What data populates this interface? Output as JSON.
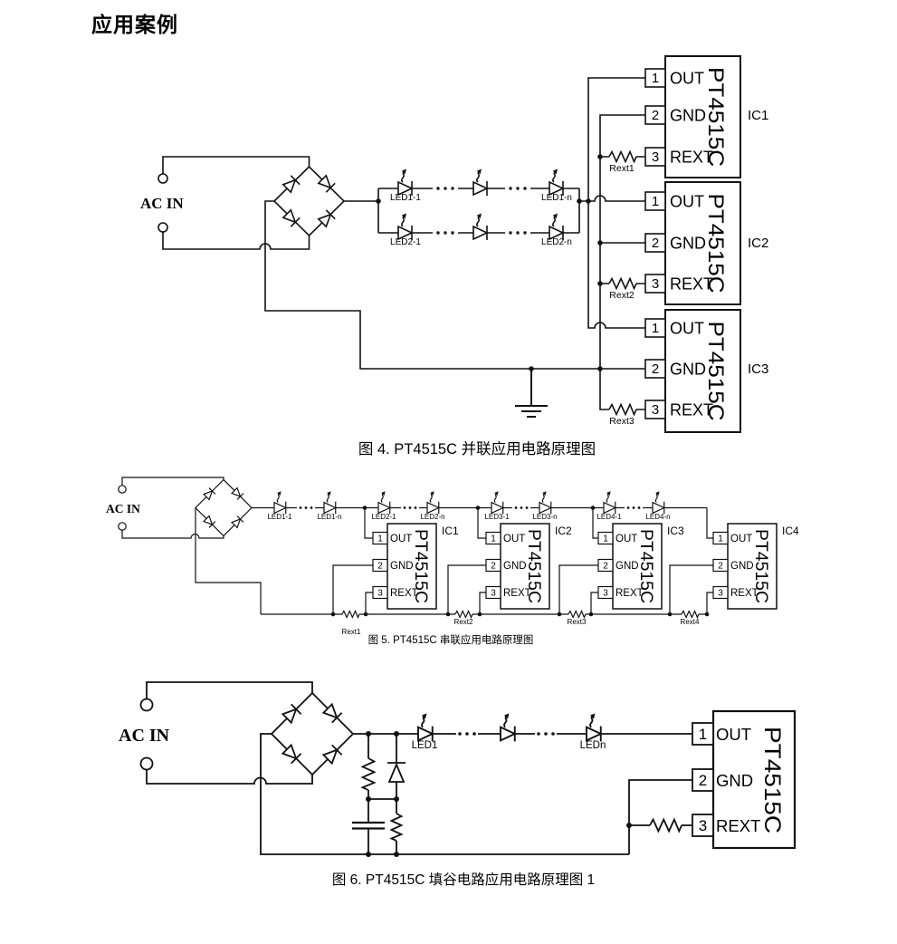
{
  "title": "应用案例",
  "colors": {
    "line": "#111111",
    "background": "#ffffff"
  },
  "fig4": {
    "caption": "图 4. PT4515C 并联应用电路原理图",
    "ac_in": "AC IN",
    "led_labels": [
      "LED1-1",
      "LED1-n",
      "LED2-1",
      "LED2-n"
    ],
    "ics": [
      {
        "name": "IC1",
        "chip": "PT4515C",
        "pins": [
          "1",
          "2",
          "3"
        ],
        "pin_labels": [
          "OUT",
          "GND",
          "REXT"
        ],
        "rext": "Rext1"
      },
      {
        "name": "IC2",
        "chip": "PT4515C",
        "pins": [
          "1",
          "2",
          "3"
        ],
        "pin_labels": [
          "OUT",
          "GND",
          "REXT"
        ],
        "rext": "Rext2"
      },
      {
        "name": "IC3",
        "chip": "PT4515C",
        "pins": [
          "1",
          "2",
          "3"
        ],
        "pin_labels": [
          "OUT",
          "GND",
          "REXT"
        ],
        "rext": "Rext3"
      }
    ]
  },
  "fig5": {
    "caption": "图 5. PT4515C 串联应用电路原理图",
    "ac_in": "AC IN",
    "led_labels": [
      "LED1-1",
      "LED1-n",
      "LED2-1",
      "LED2-n",
      "LED3-1",
      "LED3-n",
      "LED4-1",
      "LED4-n"
    ],
    "ics": [
      {
        "name": "IC1",
        "chip": "PT4515C",
        "pins": [
          "1",
          "2",
          "3"
        ],
        "pin_labels": [
          "OUT",
          "GND",
          "REXT"
        ],
        "rext": "Rext1"
      },
      {
        "name": "IC2",
        "chip": "PT4515C",
        "pins": [
          "1",
          "2",
          "3"
        ],
        "pin_labels": [
          "OUT",
          "GND",
          "REXT"
        ],
        "rext": "Rext2"
      },
      {
        "name": "IC3",
        "chip": "PT4515C",
        "pins": [
          "1",
          "2",
          "3"
        ],
        "pin_labels": [
          "OUT",
          "GND",
          "REXT"
        ],
        "rext": "Rext3"
      },
      {
        "name": "IC4",
        "chip": "PT4515C",
        "pins": [
          "1",
          "2",
          "3"
        ],
        "pin_labels": [
          "OUT",
          "GND",
          "REXT"
        ],
        "rext": "Rext4"
      }
    ]
  },
  "fig6": {
    "caption": "图 6. PT4515C 填谷电路应用电路原理图 1",
    "ac_in": "AC IN",
    "led_labels": [
      "LED1",
      "LEDn"
    ],
    "ic": {
      "chip": "PT4515C",
      "pins": [
        "1",
        "2",
        "3"
      ],
      "pin_labels": [
        "OUT",
        "GND",
        "REXT"
      ]
    }
  }
}
